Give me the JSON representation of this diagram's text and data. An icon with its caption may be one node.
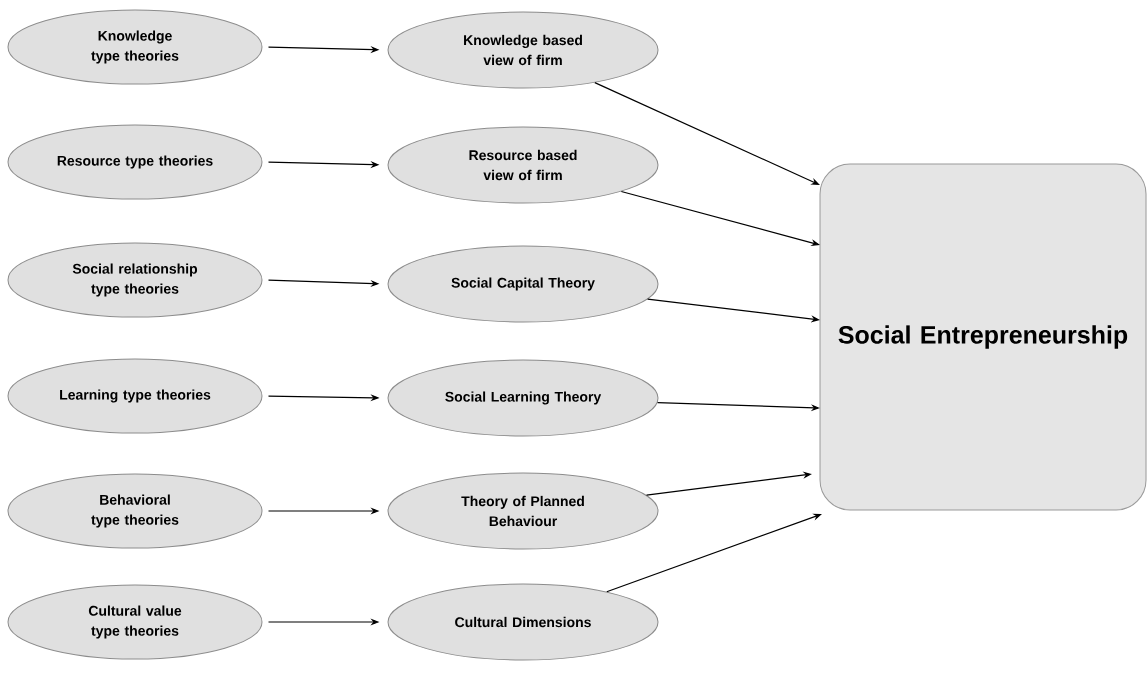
{
  "diagram": {
    "nodes": [
      {
        "text": [
          "Knowledge type theories"
        ]
      },
      {
        "text": [
          "Resource type theories"
        ]
      },
      {
        "text": [
          "Social relationship type theories"
        ]
      },
      {
        "text": [
          "Learning type theories"
        ]
      },
      {
        "text": [
          "Behavioral type theories"
        ]
      },
      {
        "text": [
          "Cultural value type theories"
        ]
      },
      {
        "text": [
          "Knowledge based view of firm"
        ]
      },
      {
        "text": [
          "Resource based view of firm"
        ]
      },
      {
        "text": [
          "Social Capital Theory"
        ]
      },
      {
        "text": [
          "Social Learning Theory"
        ]
      },
      {
        "text": [
          "Theory of Planned Behaviour"
        ]
      },
      {
        "text": [
          "Cultural Dimensions"
        ]
      },
      {
        "text": [
          "Social Entrepreneurship"
        ]
      }
    ],
    "edges": [
      {
        "from": 0,
        "to": 6,
        "arrow": "to"
      },
      {
        "from": 1,
        "to": 7,
        "arrow": "to"
      },
      {
        "from": 2,
        "to": 8,
        "arrow": "to"
      },
      {
        "from": 3,
        "to": 9,
        "arrow": "to"
      },
      {
        "from": 4,
        "to": 10,
        "arrow": "to"
      },
      {
        "from": 5,
        "to": 11,
        "arrow": "to"
      },
      {
        "from": 6,
        "to": 12,
        "arrow": "to"
      },
      {
        "from": 7,
        "to": 12,
        "arrow": "to"
      },
      {
        "from": 8,
        "to": 12,
        "arrow": "to"
      },
      {
        "from": 9,
        "to": 12,
        "arrow": "to"
      },
      {
        "from": 10,
        "to": 12,
        "arrow": "to"
      },
      {
        "from": 11,
        "to": 12,
        "arrow": "to"
      }
    ]
  }
}
